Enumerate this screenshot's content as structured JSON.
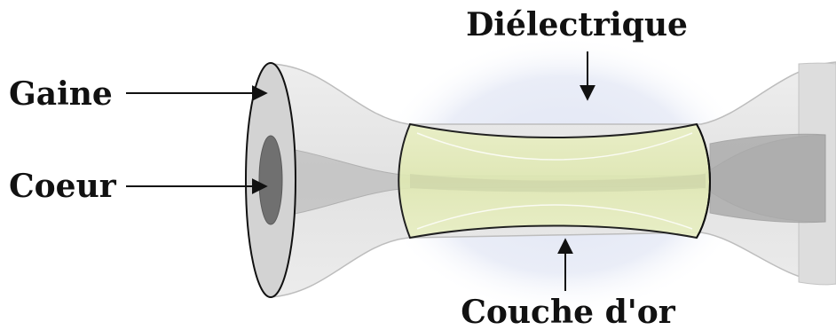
{
  "labels": {
    "dielectric": "Diélectrique",
    "cladding": "Gaine",
    "core": "Coeur",
    "gold_layer": "Couche d'or"
  },
  "colors": {
    "cladding": "#e4e4e4",
    "cladding_face": "#cfcfcf",
    "core": "#a8a8a8",
    "core_face": "#6e6e6e",
    "gold_layer": "#e8efbf",
    "dielectric_glow": "#e4e9f5",
    "outline": "#111111",
    "text": "#111111"
  }
}
